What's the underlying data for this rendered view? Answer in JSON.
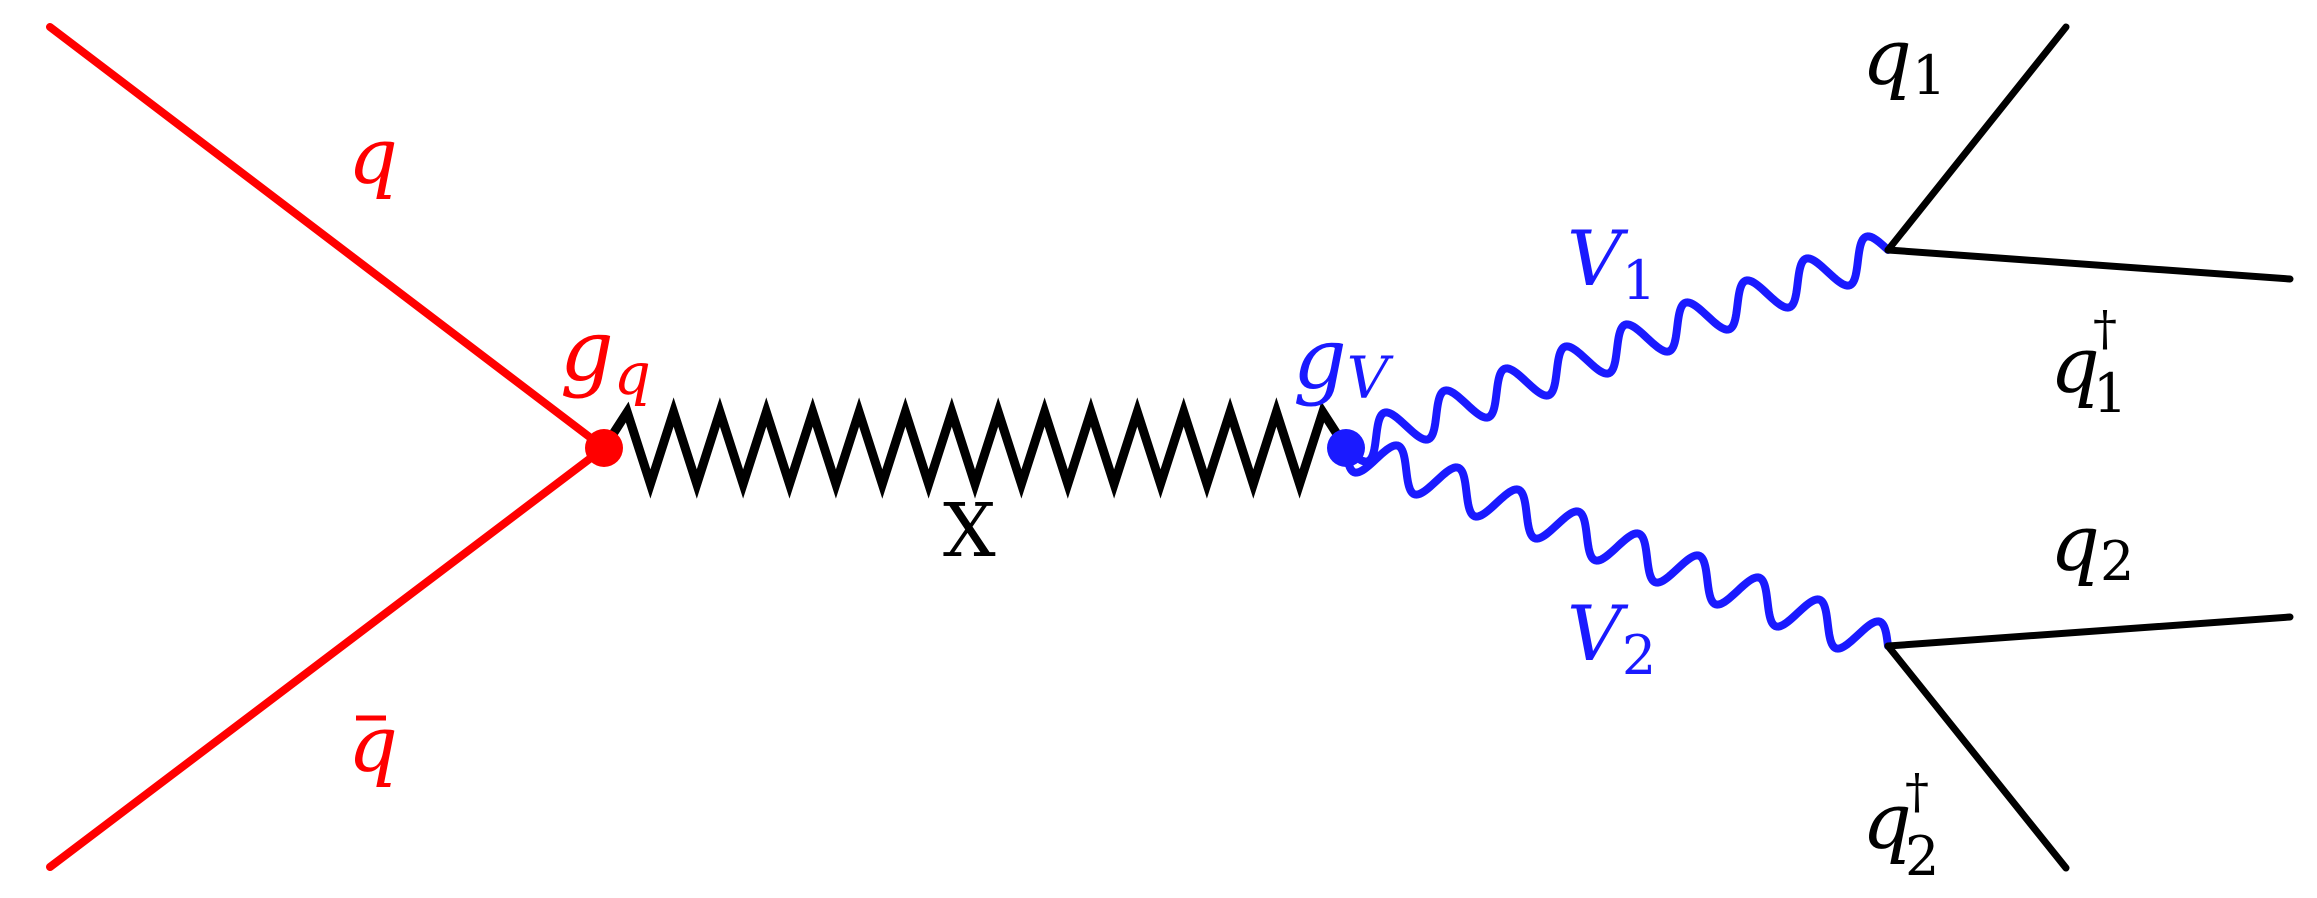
{
  "colors": {
    "incoming": "#ff0000",
    "vector": "#1a1aff",
    "mediator": "#000000",
    "outgoing": "#000000"
  },
  "labels": {
    "q": "q",
    "qbar": "q",
    "gq_main": "g",
    "gq_sub": "q",
    "gV_main": "g",
    "gV_sub": "V",
    "X": "X",
    "V1_main": "V",
    "V1_sub": "1",
    "V2_main": "V",
    "V2_sub": "2",
    "q1_main": "q",
    "q1_sub": "1",
    "q1d_main": "q",
    "q1d_sub": "1",
    "q2_main": "q",
    "q2_sub": "2",
    "q2d_main": "q",
    "q2d_sub": "2",
    "dagger": "†",
    "bar": "–"
  }
}
